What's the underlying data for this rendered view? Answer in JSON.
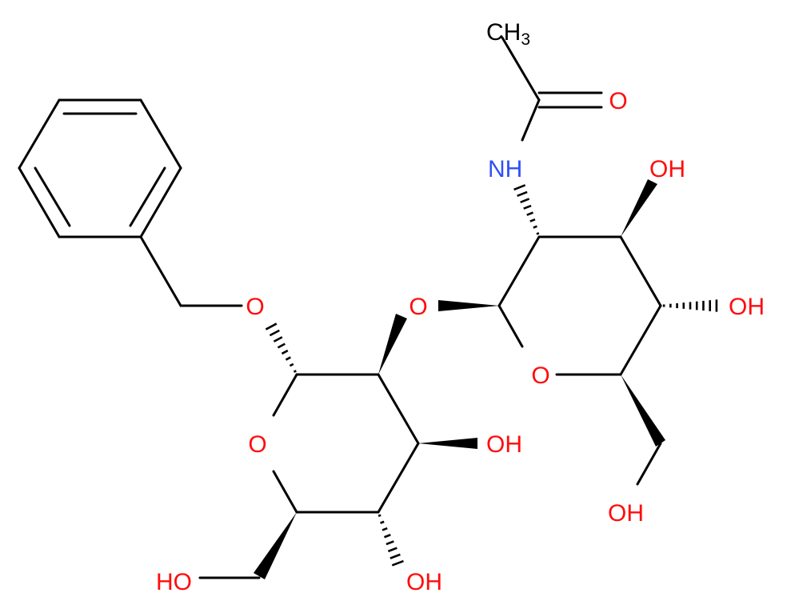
{
  "molecule": {
    "atoms": {
      "o_benzyl": {
        "label": "O",
        "element": "O"
      },
      "o_glyco": {
        "label": "O",
        "element": "O"
      },
      "o_ring_a": {
        "label": "O",
        "element": "O"
      },
      "o_ring_b": {
        "label": "O",
        "element": "O"
      },
      "oh_a3": {
        "label": "OH",
        "element": "O"
      },
      "oh_a4": {
        "label": "OH",
        "element": "O"
      },
      "oh_a6": {
        "label": "HO",
        "element": "O"
      },
      "oh_b3": {
        "label": "OH",
        "element": "O"
      },
      "oh_b4": {
        "label": "OH",
        "element": "O"
      },
      "oh_b6": {
        "label": "OH",
        "element": "O"
      },
      "nh": {
        "label": "NH",
        "element": "N"
      },
      "o_carbonyl": {
        "label": "O",
        "element": "O"
      },
      "ch3": {
        "label": "CH",
        "subscript": "3",
        "element": "C"
      }
    },
    "colors": {
      "oxygen": "#ff0d0d",
      "nitrogen": "#3050f8",
      "carbon": "#000000",
      "bond": "#000000",
      "background": "#ffffff"
    }
  }
}
